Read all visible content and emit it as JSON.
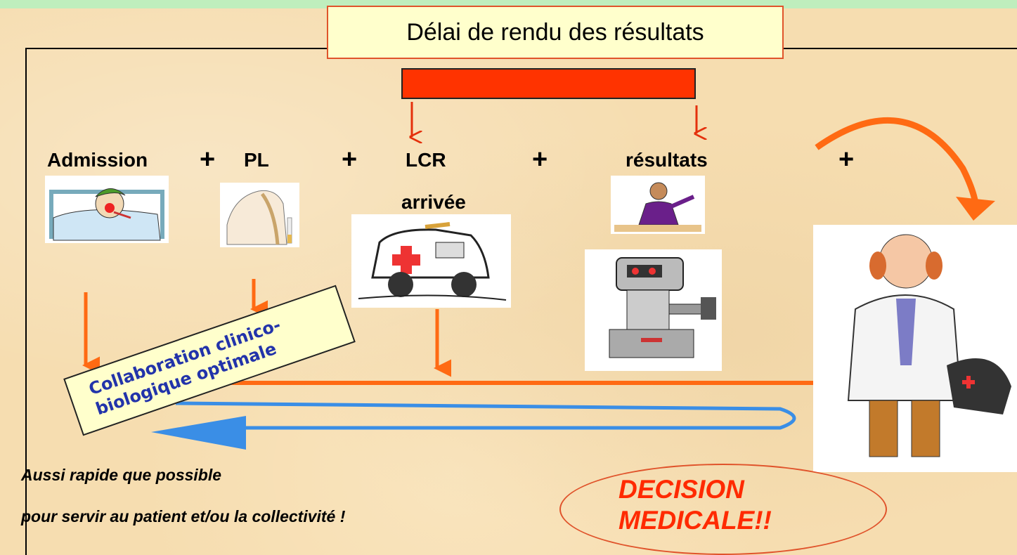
{
  "title": "Délai de rendu des résultats",
  "steps": {
    "admission": "Admission",
    "pl": "PL",
    "lcr": "LCR",
    "arrivee": "arrivée",
    "resultats": "résultats"
  },
  "plus": "+",
  "collaboration": {
    "line1": "Collaboration clinico-",
    "line2": "biologique optimale"
  },
  "notes": {
    "line1": "Aussi rapide que possible",
    "line2": "pour servir au patient et/ou la collectivité !"
  },
  "decision": {
    "line1": "DECISION",
    "line2": "MEDICALE!!"
  },
  "colors": {
    "background": "#f6ddb0",
    "bar": "#ff3300",
    "arrow_orange": "#ff6a13",
    "arrow_blue": "#3a8ee6",
    "decision_text": "#ff2a00",
    "title_box": "#ffffcc"
  }
}
